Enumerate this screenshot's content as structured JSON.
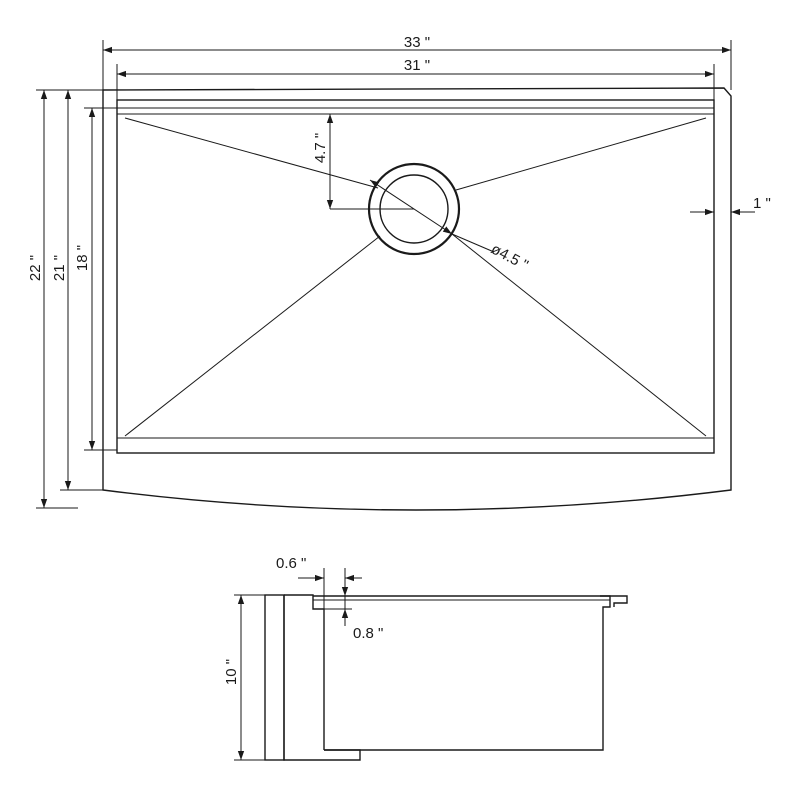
{
  "top_view": {
    "overall_width": "33 \"",
    "inner_width": "31 \"",
    "overall_depth": "22 \"",
    "rim_depth": "21 \"",
    "bowl_depth": "18 \"",
    "drain_offset": "4.7 \"",
    "drain_diameter": "ø4.5 \"",
    "rim_edge": "1 \""
  },
  "side_view": {
    "ledge_width": "0.6 \"",
    "ledge_depth": "0.8 \"",
    "height": "10 \""
  }
}
